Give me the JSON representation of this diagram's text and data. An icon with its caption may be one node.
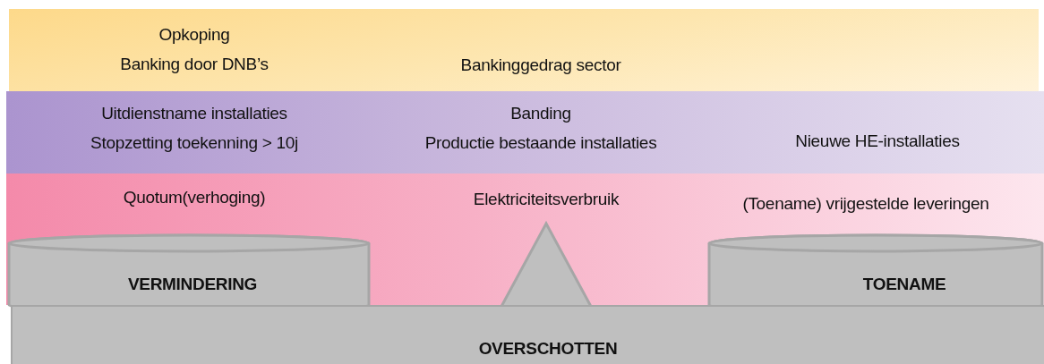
{
  "diagram": {
    "nodes": [
      {
        "text": [
          "Opkoping",
          "Banking door DNB’s",
          "Bankinggedrag sector"
        ]
      },
      {
        "text": [
          "Uitdienstname installaties",
          "Stopzetting toekenning > 10j",
          "Banding",
          "Productie bestaande installaties",
          "Nieuwe HE-installaties"
        ]
      },
      {
        "text": [
          "Quotum(verhoging)",
          "Elektriciteitsverbruik",
          "(Toename) vrijgestelde leveringen"
        ]
      },
      {
        "text": [
          "OVERSCHOTTEN"
        ]
      },
      {
        "text": [
          "VERMINDERING"
        ],
        "in": 2
      },
      {
        "text": [],
        "shape": "triangle",
        "in": 2
      },
      {
        "text": [
          "TOENAME"
        ],
        "in": 2
      }
    ]
  }
}
